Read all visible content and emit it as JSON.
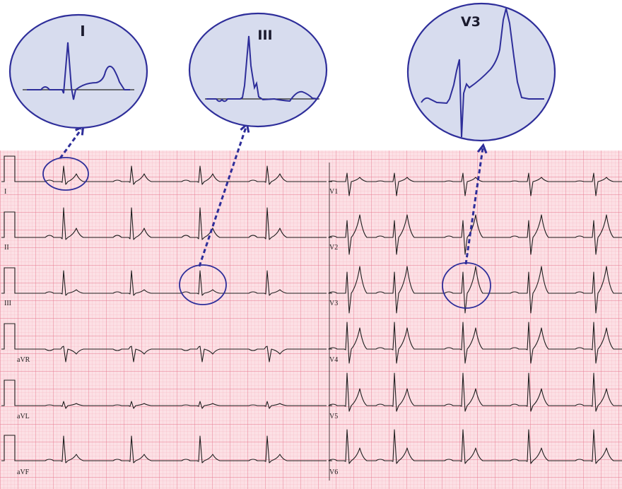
{
  "callouts": {
    "lead_i": "I",
    "lead_iii": "III",
    "lead_v3": "V3"
  },
  "limb_leads": [
    "I",
    "II",
    "III",
    "aVR",
    "aVL",
    "aVF"
  ],
  "chest_leads": [
    "V1",
    "V2",
    "V3",
    "V4",
    "V5",
    "V6"
  ],
  "colors": {
    "paper": "#fce0e5",
    "grid_minor": "#f4aab8",
    "grid_major": "#e6788e",
    "trace": "#1f1f1f",
    "annotation": "#2e2e9a",
    "zoom_fill": "#d7dcee"
  }
}
